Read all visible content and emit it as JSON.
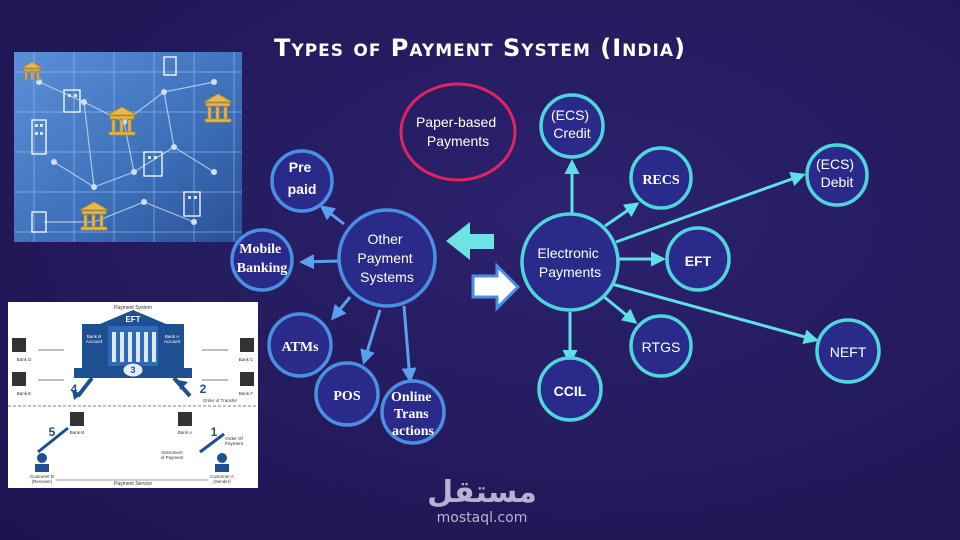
{
  "title": "Types of Payment System (India)",
  "colors": {
    "background": "#241a5c",
    "blue_node": "#4a90e2",
    "cyan_node": "#4fd6dc",
    "pink_node": "#e0245e",
    "arrow_blue": "#5aa0ee",
    "arrow_cyan": "#5fe0e6",
    "fill_node": "#2a2a8a"
  },
  "nodes": {
    "paper": [
      "Paper-based",
      "Payments"
    ],
    "other": [
      "Other",
      "Payment",
      "Systems"
    ],
    "electronic": [
      "Electronic",
      "Payments"
    ],
    "prepaid": [
      "Pre",
      "paid"
    ],
    "mobile": [
      "Mobile",
      "Banking"
    ],
    "atms": [
      "ATMs"
    ],
    "pos": [
      "POS"
    ],
    "online": [
      "Online",
      "Trans",
      "actions"
    ],
    "ecs_credit": [
      "(ECS)",
      "Credit"
    ],
    "recs": [
      "RECS"
    ],
    "ecs_debit": [
      "(ECS)",
      "Debit"
    ],
    "eft": [
      "EFT"
    ],
    "rtgs": [
      "RTGS"
    ],
    "neft": [
      "NEFT"
    ],
    "ccil": [
      "CCIL"
    ]
  },
  "eft_image": {
    "header": "Payment System",
    "eft": "EFT",
    "bank_b_account": [
      "Bank B",
      "Account"
    ],
    "bank_a_account": [
      "Bank A",
      "Account"
    ],
    "step3": "3",
    "step4": "4",
    "step2": "2",
    "step5": "5",
    "step1": "1",
    "order_of_transfer": "Order of Transfer",
    "bank_b": "Bank B",
    "bank_a": "Bank A",
    "order_of_payment": [
      "Order Of",
      "Payment"
    ],
    "instrument": [
      "Instrument",
      "of Payment"
    ],
    "customer_b": [
      "Customer B",
      "(Receiver)"
    ],
    "customer_a": [
      "Customer A",
      "(Sender)"
    ],
    "payment_service": "Payment Service",
    "bank_d": "Bank D",
    "bank_e": "Bank E",
    "bank_c": "Bank C",
    "bank_f": "Bank F"
  },
  "watermark": {
    "logo": "مستقل",
    "url": "mostaql.com"
  }
}
